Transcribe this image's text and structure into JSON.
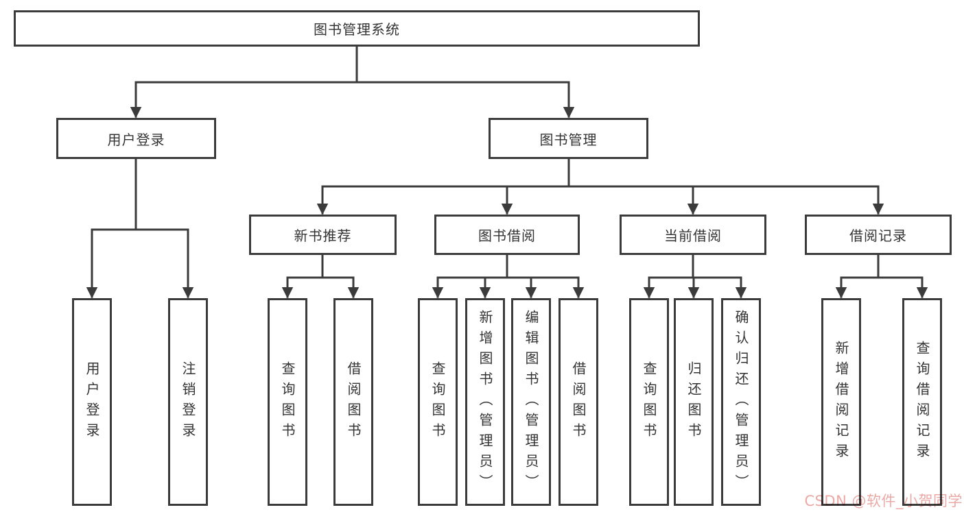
{
  "title": {
    "label": "图书管理系统"
  },
  "level1": [
    {
      "label": "用户登录"
    },
    {
      "label": "图书管理"
    }
  ],
  "level2": [
    {
      "label": "新书推荐"
    },
    {
      "label": "图书借阅"
    },
    {
      "label": "当前借阅"
    },
    {
      "label": "借阅记录"
    }
  ],
  "leaves": {
    "user_login": [
      {
        "label": "用户登录"
      },
      {
        "label": "注销登录"
      }
    ],
    "new_books": [
      {
        "label": "查询图书"
      },
      {
        "label": "借阅图书"
      }
    ],
    "book_borrow": [
      {
        "label": "查询图书"
      },
      {
        "label": "新增图书（管理员）"
      },
      {
        "label": "编辑图书（管理员）"
      },
      {
        "label": "借阅图书"
      }
    ],
    "current_borrow": [
      {
        "label": "查询图书"
      },
      {
        "label": "归还图书"
      },
      {
        "label": "确认归还（管理员）"
      }
    ],
    "borrow_records": [
      {
        "label": "新增借阅记录"
      },
      {
        "label": "查询借阅记录"
      }
    ]
  },
  "watermark": {
    "text": "CSDN @软件_小贺同学",
    "color": "#de736e"
  },
  "colors": {
    "line": "#3b3b3b",
    "text": "#333333",
    "background": "#ffffff"
  }
}
